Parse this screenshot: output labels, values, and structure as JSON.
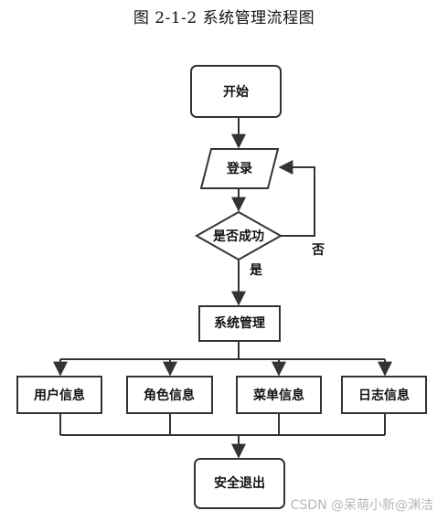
{
  "figure": {
    "title": "图 2-1-2  系统管理流程图"
  },
  "nodes": {
    "start": "开始",
    "login": "登录",
    "decision": "是否成功",
    "system_manage": "系统管理",
    "user_info": "用户信息",
    "role_info": "角色信息",
    "menu_info": "菜单信息",
    "log_info": "日志信息",
    "logout": "安全退出"
  },
  "edges": {
    "no": "否",
    "yes": "是"
  },
  "watermark": "CSDN @呆萌小新@渊洁",
  "colors": {
    "stroke": "#333333",
    "background": "#ffffff"
  }
}
